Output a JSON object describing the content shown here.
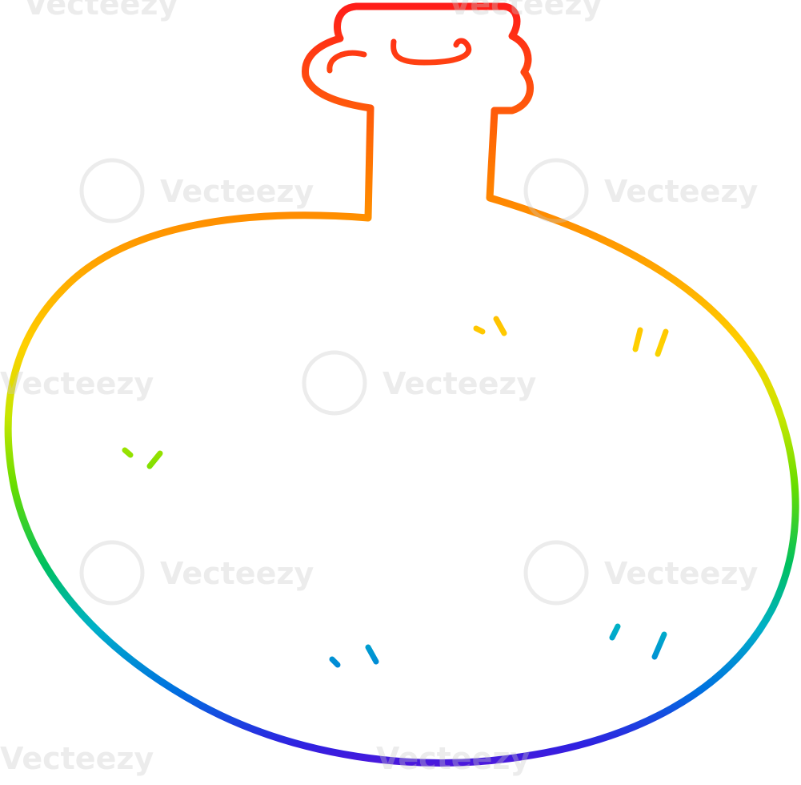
{
  "illustration": {
    "subject": "cartoon bottle",
    "style": "rainbow gradient line drawing",
    "colors": {
      "background": "#ffffff",
      "gradient": [
        "#ff1a1a",
        "#ff6a00",
        "#ffa500",
        "#ffd500",
        "#c8e600",
        "#66dd00",
        "#00c060",
        "#00b0c8",
        "#0070e0",
        "#3020e0",
        "#6a10d8"
      ]
    }
  },
  "watermark": {
    "text": "Vecteezy",
    "color": "#c9c9c9"
  }
}
